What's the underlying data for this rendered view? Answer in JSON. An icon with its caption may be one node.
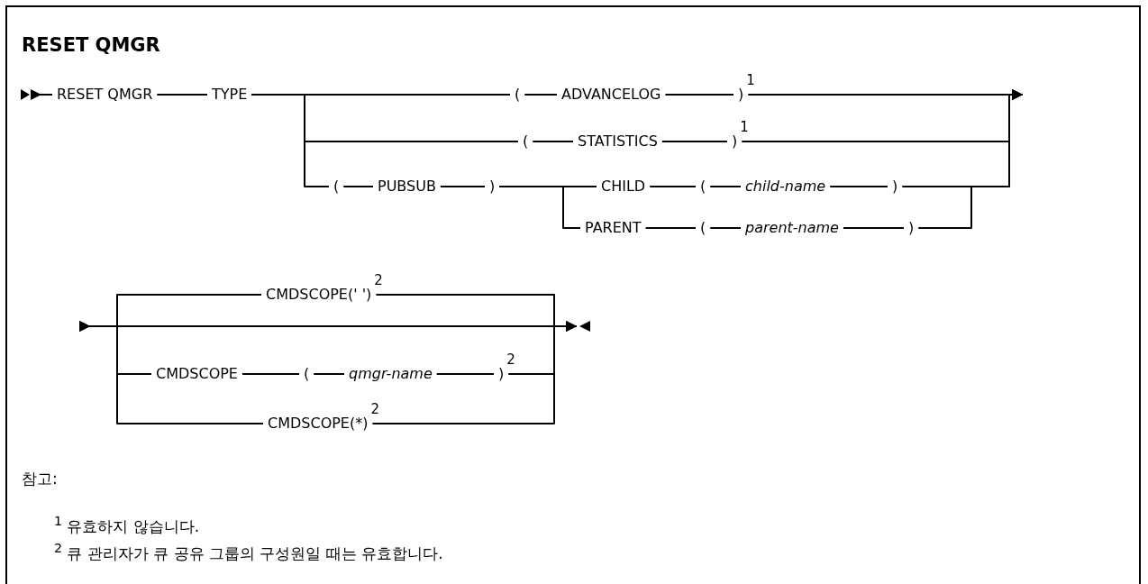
{
  "diagram": {
    "title": "RESET QMGR",
    "nodes": [
      {
        "text": [
          "RESET QMGR"
        ]
      },
      {
        "text": [
          "TYPE"
        ]
      },
      {
        "text": [
          "("
        ]
      },
      {
        "text": [
          "ADVANCELOG"
        ]
      },
      {
        "text": [
          ")"
        ],
        "beside": [
          "1"
        ]
      },
      {
        "text": [
          "("
        ]
      },
      {
        "text": [
          "STATISTICS"
        ]
      },
      {
        "text": [
          ")"
        ],
        "beside": [
          "1"
        ]
      },
      {
        "text": [
          "("
        ]
      },
      {
        "text": [
          "PUBSUB"
        ]
      },
      {
        "text": [
          ")"
        ]
      },
      {
        "text": [
          "CHILD"
        ]
      },
      {
        "text": [
          "("
        ]
      },
      {
        "text": [
          "child-name"
        ]
      },
      {
        "text": [
          ")"
        ]
      },
      {
        "text": [
          "PARENT"
        ]
      },
      {
        "text": [
          "("
        ]
      },
      {
        "text": [
          "parent-name"
        ]
      },
      {
        "text": [
          ")"
        ]
      },
      {
        "text": [
          "CMDSCOPE(' ')"
        ],
        "beside": [
          "2"
        ]
      },
      {
        "text": [
          "CMDSCOPE"
        ]
      },
      {
        "text": [
          "("
        ]
      },
      {
        "text": [
          "qmgr-name"
        ]
      },
      {
        "text": [
          ")"
        ],
        "beside": [
          "2"
        ]
      },
      {
        "text": [
          "CMDSCOPE(*)"
        ],
        "beside": [
          "2"
        ]
      }
    ],
    "edges": [
      {
        "from": 0,
        "to": null,
        "arrow": "to"
      },
      {
        "from": 0,
        "to": 1,
        "arrow": "none"
      },
      {
        "from": 1,
        "to": 2,
        "arrow": "none"
      },
      {
        "from": 2,
        "to": 3,
        "arrow": "none"
      },
      {
        "from": 3,
        "to": 4,
        "arrow": "none"
      },
      {
        "from": 1,
        "to": 5,
        "arrow": "none"
      },
      {
        "from": 5,
        "to": 6,
        "arrow": "none"
      },
      {
        "from": 6,
        "to": 7,
        "arrow": "none"
      },
      {
        "from": 1,
        "to": 8,
        "arrow": "none"
      },
      {
        "from": 8,
        "to": 9,
        "arrow": "none"
      },
      {
        "from": 9,
        "to": 10,
        "arrow": "none"
      },
      {
        "from": 10,
        "to": 11,
        "arrow": "none"
      },
      {
        "from": 11,
        "to": 12,
        "arrow": "none"
      },
      {
        "from": 12,
        "to": 13,
        "arrow": "none"
      },
      {
        "from": 13,
        "to": 14,
        "arrow": "none"
      },
      {
        "from": 10,
        "to": 15,
        "arrow": "none"
      },
      {
        "from": 15,
        "to": 16,
        "arrow": "none"
      },
      {
        "from": 16,
        "to": 17,
        "arrow": "none"
      },
      {
        "from": 17,
        "to": 18,
        "arrow": "none"
      },
      {
        "from": 4,
        "to": null,
        "arrow": "to"
      },
      {
        "from": 7,
        "to": null,
        "arrow": "to"
      },
      {
        "from": 14,
        "to": null,
        "arrow": "to"
      },
      {
        "from": 18,
        "to": null,
        "arrow": "to"
      },
      {
        "from": 19,
        "to": null,
        "arrow": "to"
      },
      {
        "from": 20,
        "to": null,
        "arrow": "to"
      },
      {
        "from": 24,
        "to": null,
        "arrow": "to"
      },
      {
        "from": 20,
        "to": 21,
        "arrow": "none"
      },
      {
        "from": 21,
        "to": 22,
        "arrow": "none"
      },
      {
        "from": 22,
        "to": 23,
        "arrow": "none"
      },
      {
        "from": 19,
        "to": null,
        "arrow": "to"
      },
      {
        "from": 23,
        "to": null,
        "arrow": "to"
      },
      {
        "from": 24,
        "to": null,
        "arrow": "to"
      }
    ],
    "labels": [
      "참고:",
      "$^{1}$ 유효하지 않습니다.",
      "$^{2}$ 큐 관리자가 큐 공유 그룹의 구성원일 때는 유효합니다."
    ]
  }
}
